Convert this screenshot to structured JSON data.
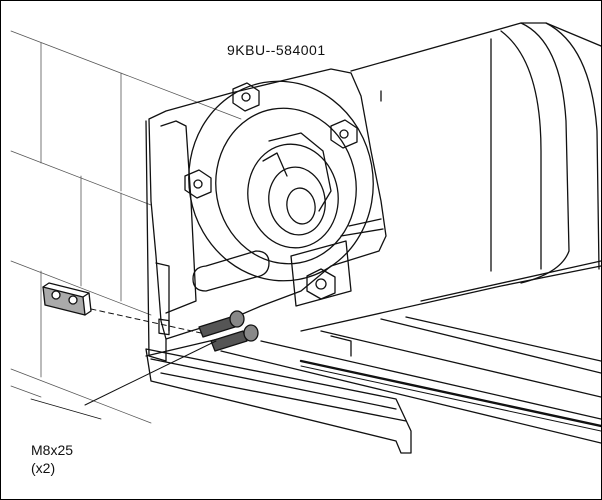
{
  "labels": {
    "part_number": "9KBU--584001",
    "fastener_size": "M8x25",
    "fastener_qty": "(x2)"
  },
  "colors": {
    "line": "#111111",
    "shade": "#555555",
    "background": "#ffffff"
  }
}
